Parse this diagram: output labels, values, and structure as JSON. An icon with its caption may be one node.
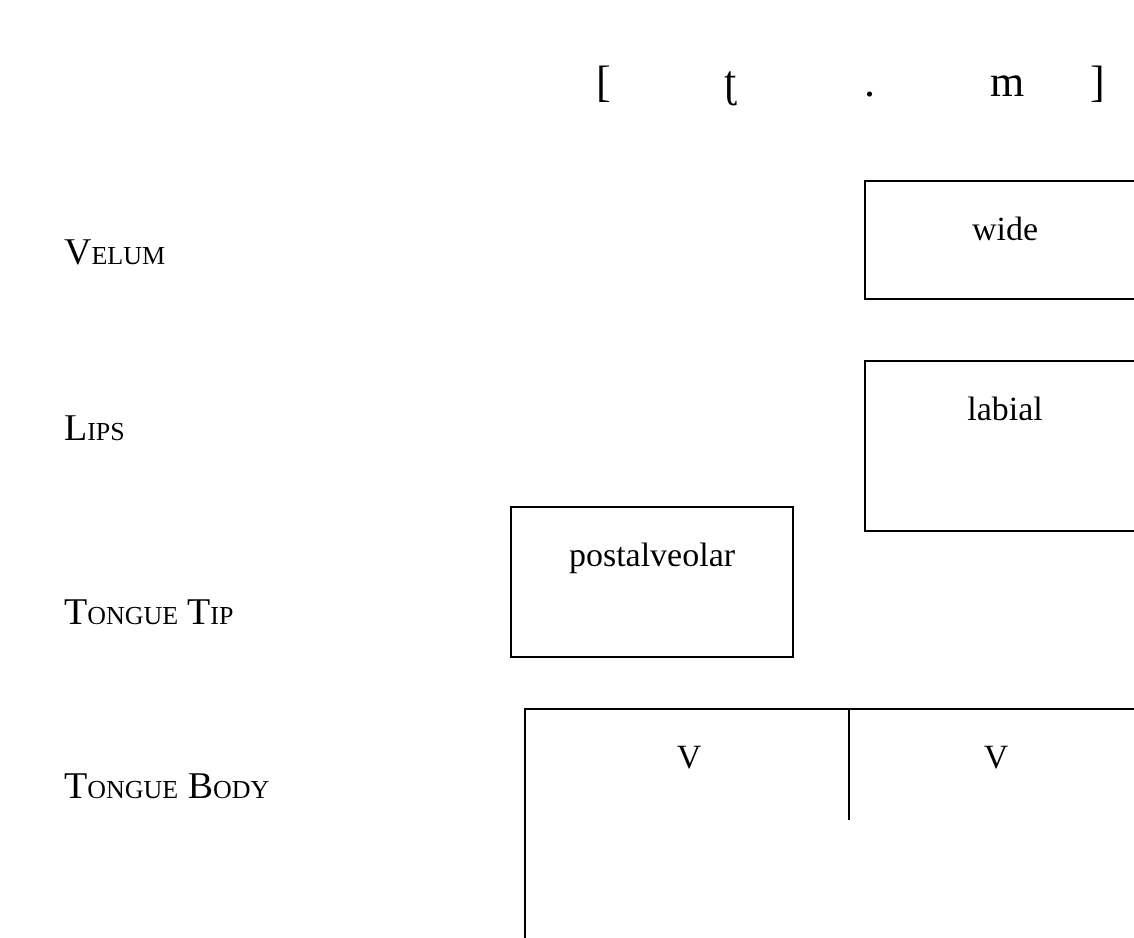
{
  "diagram": {
    "nodes": [
      {
        "text": [
          "wide"
        ]
      },
      {
        "text": [
          "labial"
        ]
      },
      {
        "text": [
          "postalveolar"
        ]
      },
      {
        "text": [
          "V"
        ]
      },
      {
        "text": [
          "V"
        ]
      }
    ],
    "edges": [],
    "labels": [
      "[",
      "ʈ",
      ".",
      "m",
      "]",
      "Velum",
      "Lips",
      "Tongue Tip",
      "Tongue Body"
    ]
  }
}
